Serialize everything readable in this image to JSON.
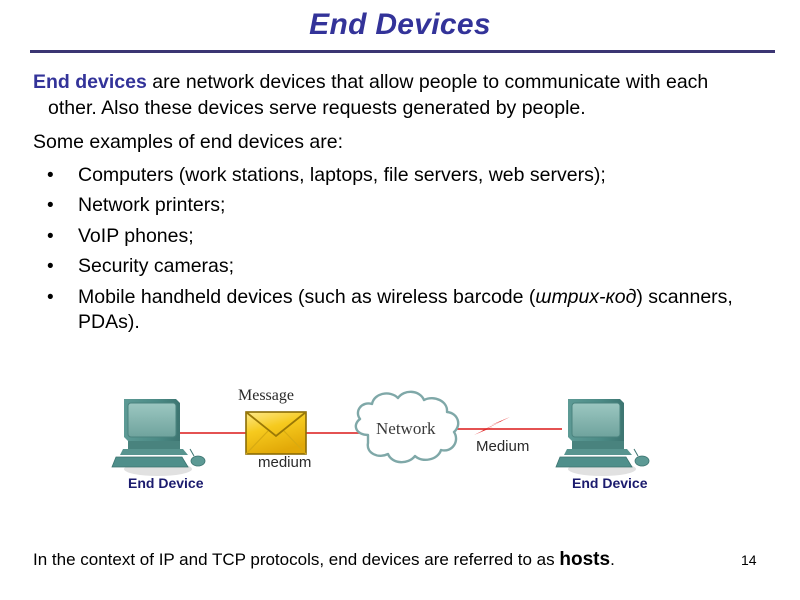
{
  "slide": {
    "title": "End Devices",
    "page_number": "14",
    "accent_color": "#333399",
    "rule_color": "#3b3573",
    "body_color": "#000000"
  },
  "content": {
    "lead_strong": "End devices",
    "lead_rest": " are network devices that allow people to communicate with each other. Also these devices serve requests generated by people.",
    "intro": "Some examples of end devices are:",
    "bullet_marker": "•",
    "bullets": [
      {
        "text": "Computers (work stations, laptops, file servers, web servers);"
      },
      {
        "text": "Network printers;"
      },
      {
        "text": "VoIP phones;"
      },
      {
        "text": "Security cameras;"
      },
      {
        "text_before": "Mobile handheld devices (such as wireless barcode (",
        "text_italic": "штрих-код",
        "text_after": ") scanners, PDAs)."
      }
    ]
  },
  "diagram": {
    "left_device_label": "End Device",
    "right_device_label": "End Device",
    "message_label": "Message",
    "left_medium_label": "medium",
    "right_medium_label": "Medium",
    "cloud_label": "Network",
    "device_color": "#4f8f8b",
    "device_screen_color": "#7fb3ad",
    "envelope_color": "#f2c20c",
    "envelope_border_color": "#8a6c06",
    "link_color": "#e03a3a",
    "cloud_stroke_color": "#7fa8a8",
    "label_color": "#1b1b6e"
  },
  "footer": {
    "text_before": "In the context of IP and TCP protocols, end devices are referred to as ",
    "emphasis": "hosts",
    "text_after": "."
  }
}
